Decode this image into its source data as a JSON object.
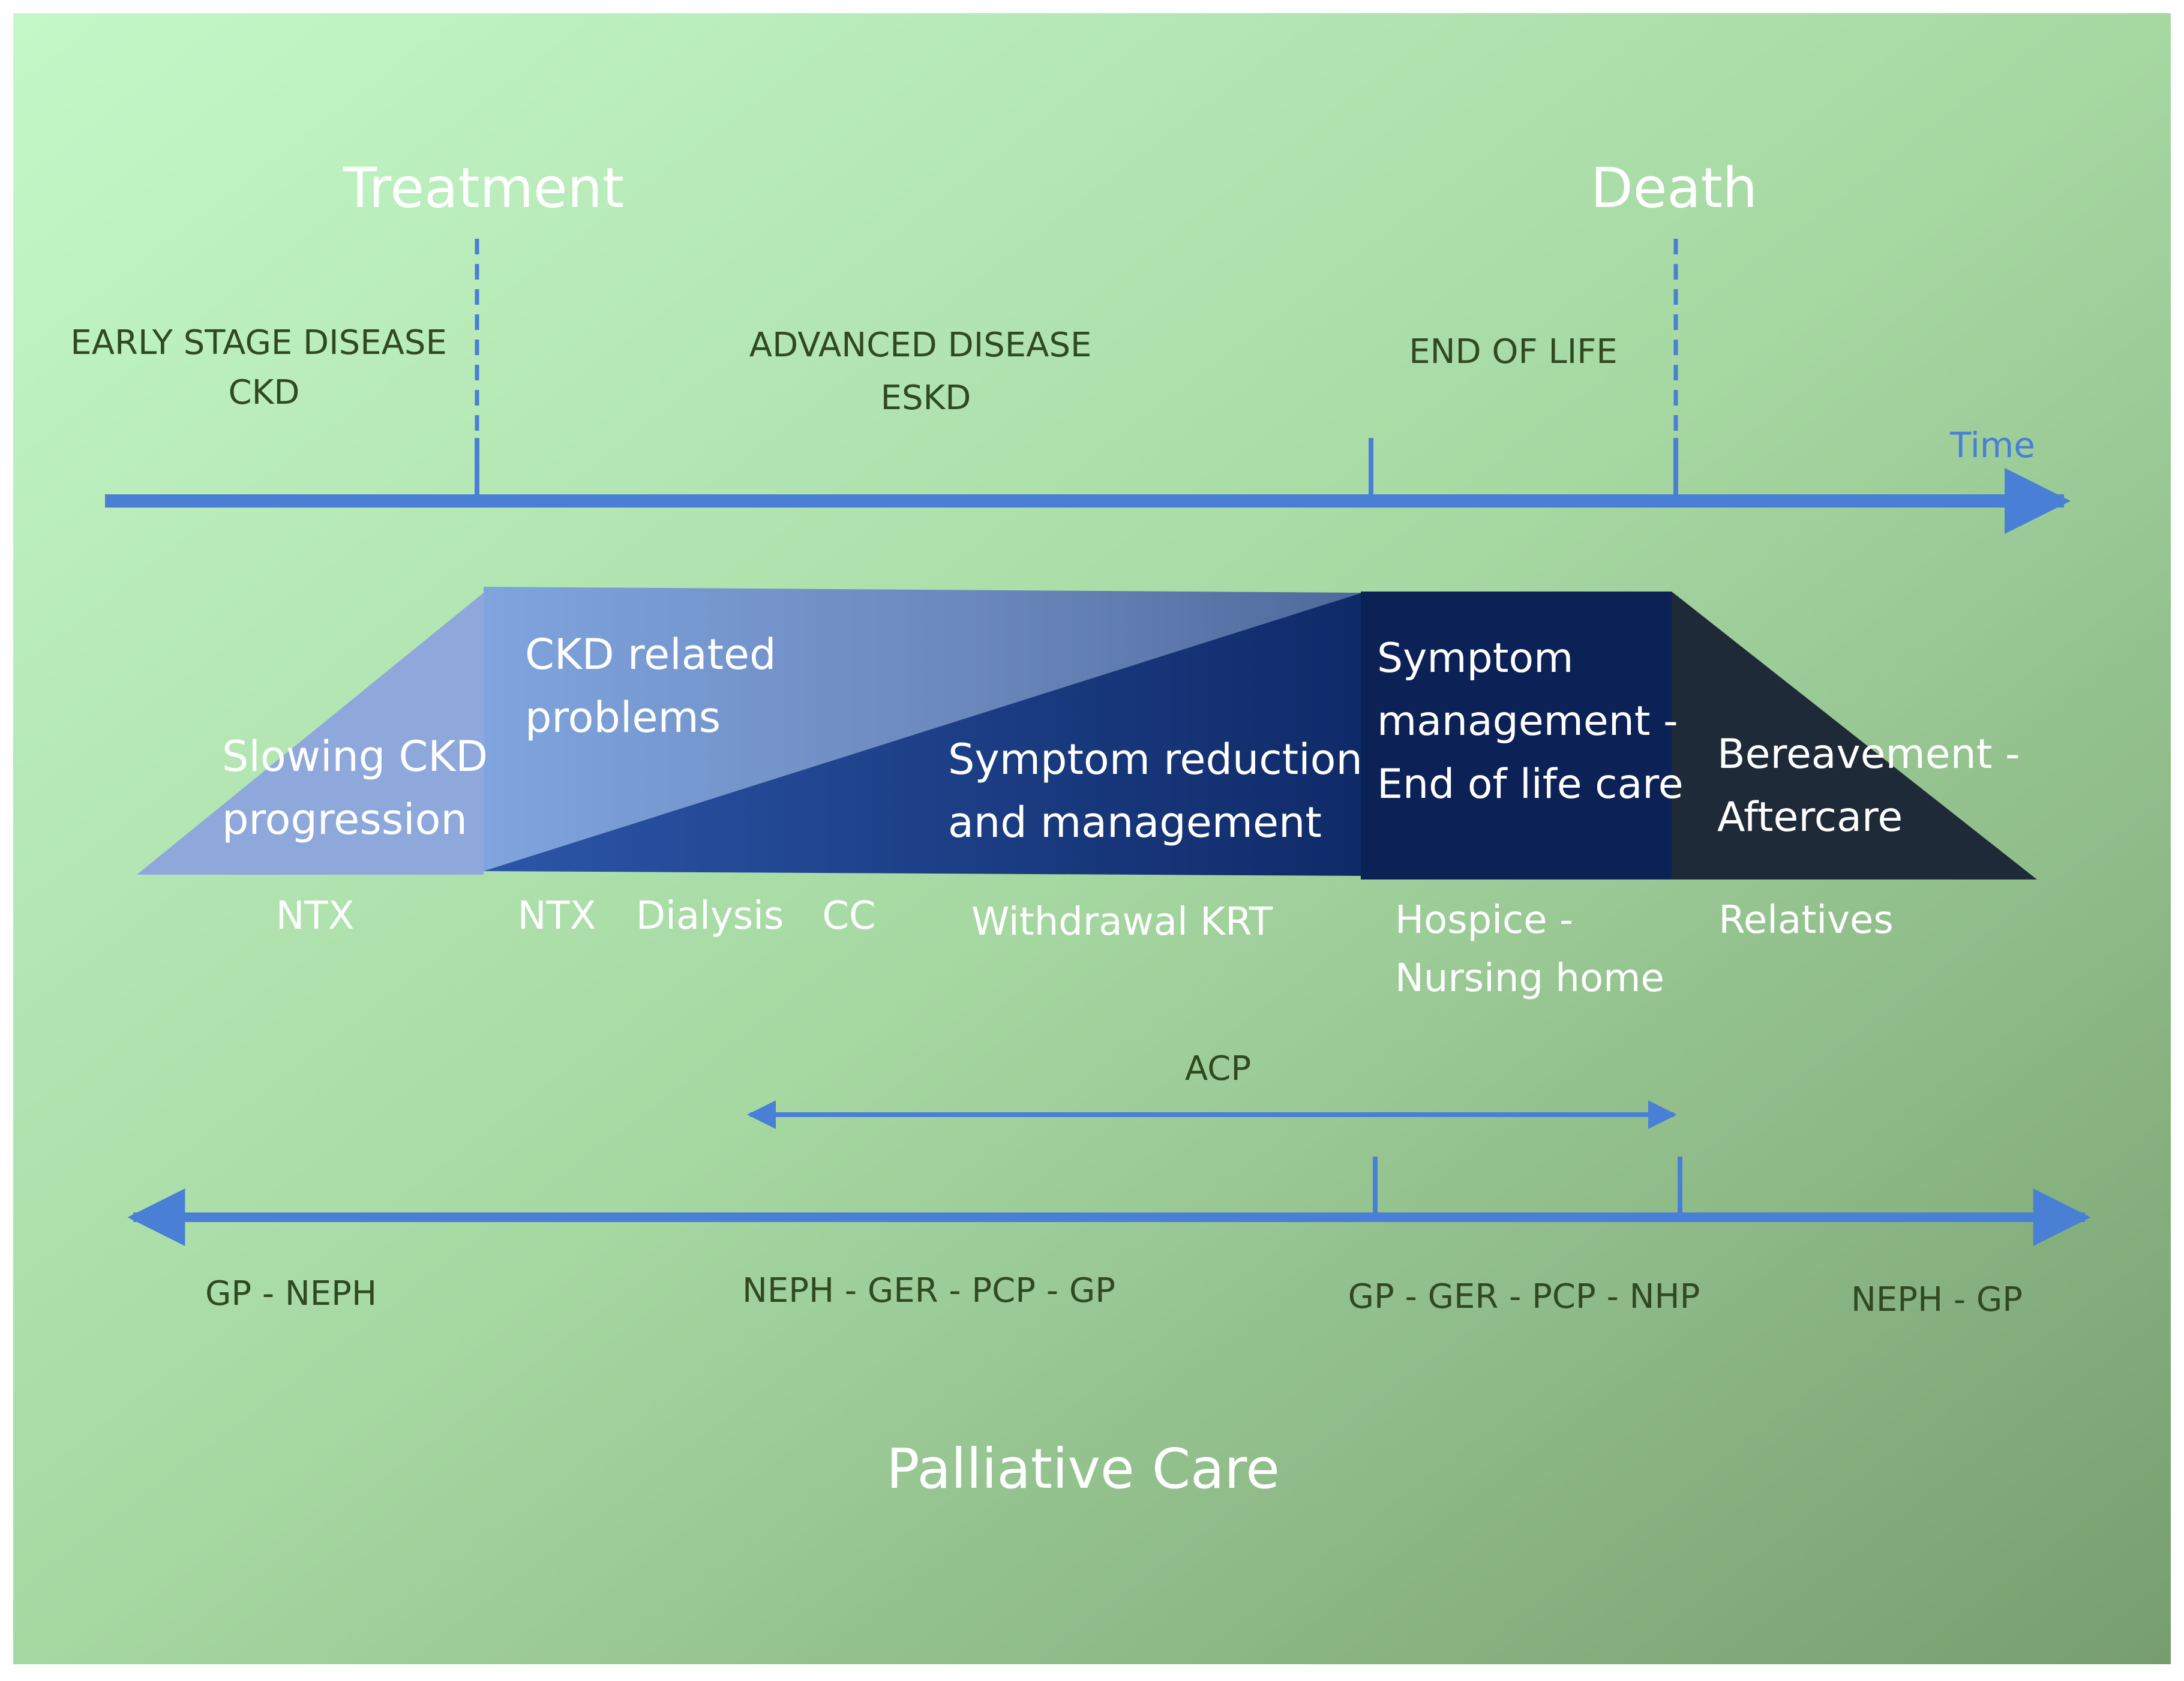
{
  "markers": {
    "treatment": "Treatment",
    "death": "Death"
  },
  "phases": {
    "early": [
      "EARLY STAGE DISEASE",
      "CKD"
    ],
    "advanced": [
      "ADVANCED DISEASE",
      "ESKD"
    ],
    "end_of_life": "END OF LIFE"
  },
  "time_label": "Time",
  "care_blocks": {
    "slowing": [
      "Slowing CKD",
      "progression"
    ],
    "ckd_related": [
      "CKD related",
      "problems"
    ],
    "symptom_reduction": [
      "Symptom reduction",
      "and management"
    ],
    "symptom_management": [
      "Symptom",
      "management -",
      "End of life care"
    ],
    "bereavement": [
      "Bereavement -",
      "Aftercare"
    ]
  },
  "treatments": {
    "ntx_early": "NTX",
    "ntx": "NTX",
    "dialysis": "Dialysis",
    "cc": "CC",
    "withdrawal": "Withdrawal KRT",
    "hospice": [
      "Hospice -",
      "Nursing home"
    ],
    "relatives": "Relatives"
  },
  "acp_label": "ACP",
  "providers": {
    "p1": "GP - NEPH",
    "p2": "NEPH - GER - PCP - GP",
    "p3": "GP - GER - PCP - NHP",
    "p4": "NEPH - GP"
  },
  "footer_title": "Palliative Care",
  "colors": {
    "axis_blue": "#4a7fd6",
    "text_dark": "#2f4a1e",
    "text_light": "#ffffff",
    "navy": "#0c2156",
    "charcoal": "#1f2a38"
  }
}
